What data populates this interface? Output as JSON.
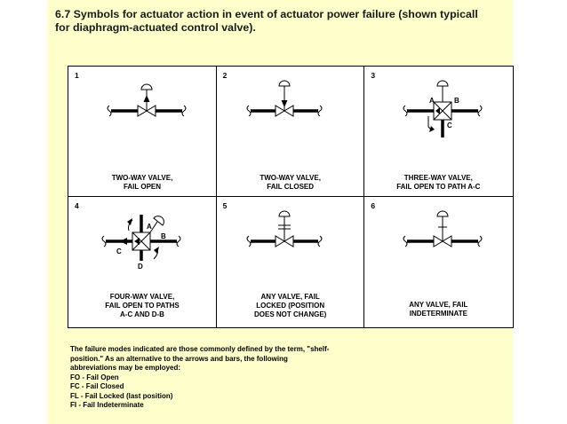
{
  "slide": {
    "title_lines": [
      "6.7  Symbols for actuator action in event of actuator power failure (shown typicall",
      "for diaphragm-actuated control valve)."
    ]
  },
  "cells": [
    {
      "number": "1",
      "caption": [
        "TWO-WAY VALVE,",
        "FAIL OPEN"
      ]
    },
    {
      "number": "2",
      "caption": [
        "TWO-WAY VALVE,",
        "FAIL CLOSED"
      ]
    },
    {
      "number": "3",
      "caption": [
        "THREE-WAY VALVE,",
        "FAIL OPEN TO PATH A-C"
      ],
      "port_labels": [
        "A",
        "B",
        "C"
      ]
    },
    {
      "number": "4",
      "caption": [
        "FOUR-WAY VALVE,",
        "FAIL OPEN TO PATHS",
        "A-C AND D-B"
      ],
      "port_labels": [
        "A",
        "B",
        "C",
        "D"
      ]
    },
    {
      "number": "5",
      "caption": [
        "ANY VALVE, FAIL",
        "LOCKED (POSITION",
        "DOES NOT CHANGE)"
      ]
    },
    {
      "number": "6",
      "caption": [
        "ANY VALVE, FAIL",
        "INDETERMINATE"
      ]
    }
  ],
  "note": {
    "paragraph": [
      "The failure modes indicated are those commonly defined by the term, \"shelf-",
      "position.\"  As an alternative to the arrows and bars, the following",
      "abbreviations may be employed:"
    ],
    "abbreviations": [
      "FO - Fail Open",
      "FC - Fail Closed",
      "FL - Fail Locked (last position)",
      "FI  - Fail Indeterminate"
    ]
  },
  "colors": {
    "slide_background": "#ffffcc",
    "page_background": "#ffffff",
    "line": "#000000",
    "title_text": "#1a1a1a"
  }
}
